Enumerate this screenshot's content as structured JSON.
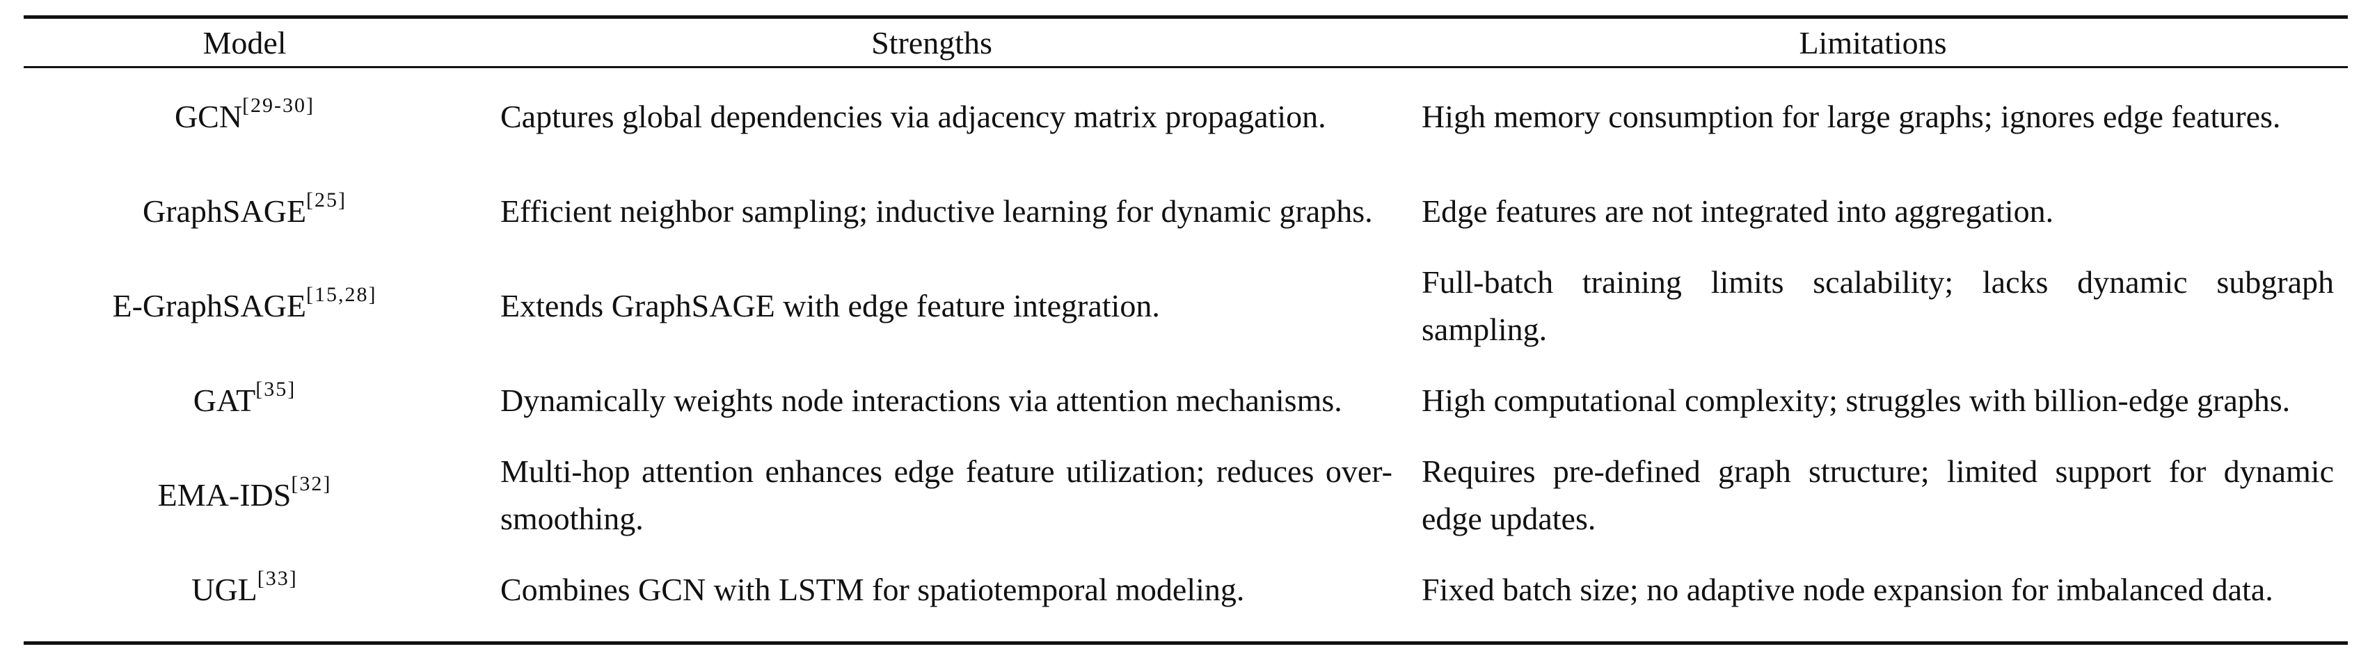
{
  "table": {
    "headers": {
      "model": "Model",
      "strengths": "Strengths",
      "limitations": "Limitations"
    },
    "rows": [
      {
        "model": "GCN",
        "ref": "[29-30]",
        "strengths": "Captures global dependencies via adjacency matrix propagation.",
        "limitations": "High memory consumption for large graphs; ignores edge features."
      },
      {
        "model": "GraphSAGE",
        "ref": "[25]",
        "strengths": "Efficient neighbor sampling; inductive learning for dynamic graphs.",
        "limitations": "Edge features are not integrated into aggregation."
      },
      {
        "model": "E-GraphSAGE",
        "ref": "[15,28]",
        "strengths": "Extends GraphSAGE with edge feature integration.",
        "limitations": "Full-batch training limits scalability; lacks dynamic subgraph sampling."
      },
      {
        "model": "GAT",
        "ref": "[35]",
        "strengths": "Dynamically weights node interactions via attention mechanisms.",
        "limitations": "High computational complexity; struggles with billion-edge graphs."
      },
      {
        "model": "EMA-IDS",
        "ref": "[32]",
        "strengths": "Multi-hop attention enhances edge feature utilization; reduces over-smoothing.",
        "limitations": "Requires pre-defined graph structure; limited support for dynamic edge updates."
      },
      {
        "model": "UGL",
        "ref": "[33]",
        "strengths": "Combines GCN with LSTM for spatiotemporal modeling.",
        "limitations": "Fixed batch size; no adaptive node expansion for imbalanced data."
      }
    ]
  }
}
